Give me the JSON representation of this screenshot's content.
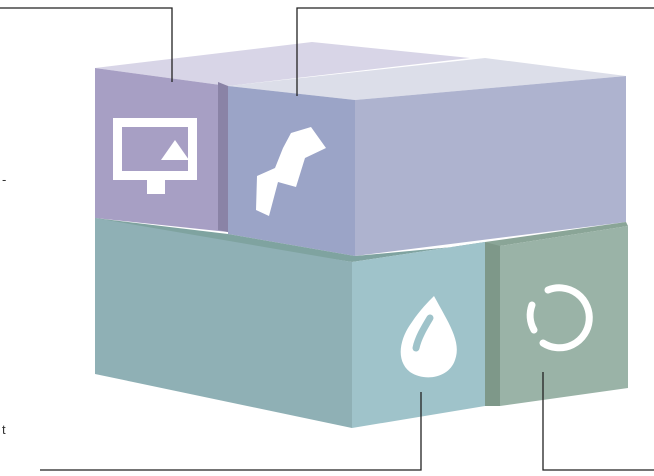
{
  "colors": {
    "block_display": "#a79fc4",
    "block_display_top": "#d8d5e7",
    "block_cube": "#9ba4c7",
    "block_cube_top": "#dcdee9",
    "block_cube_right": "#aeb3cf",
    "block_water_left": "#8fb0b5",
    "block_water_front": "#9fc3ca",
    "block_water_top": "#7fa3a0",
    "block_refresh": "#9ab3a7",
    "block_refresh_side": "#7e9889",
    "icon": "#ffffff",
    "leader_line": "#222222"
  },
  "blocks": [
    {
      "name": "display",
      "icon": "monitor-play-icon"
    },
    {
      "name": "cube",
      "icon": "zigzag-shape-icon"
    },
    {
      "name": "water",
      "icon": "water-drop-icon"
    },
    {
      "name": "refresh",
      "icon": "circular-refresh-icon"
    }
  ],
  "edge_text": {
    "dash": "-",
    "t": "t"
  }
}
